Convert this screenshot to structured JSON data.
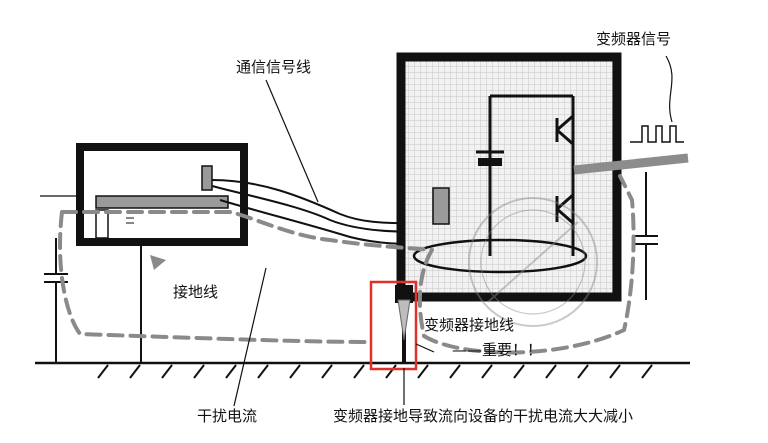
{
  "labels": {
    "comm_signal_line": "通信信号线",
    "vfd_signal": "变频器信号",
    "ground_wire": "接地线",
    "vfd_ground_wire": "变频器接地线",
    "important": "——重要！！",
    "interference_current": "干扰电流",
    "bottom_caption": "变频器接地导致流向设备的干扰电流大大减小"
  },
  "colors": {
    "line": "#111111",
    "dashed_path": "#8a8a8a",
    "highlight_box": "#e0302a",
    "vfd_grid": "#c6c6c6",
    "panel_gray": "#9a9a9a"
  }
}
